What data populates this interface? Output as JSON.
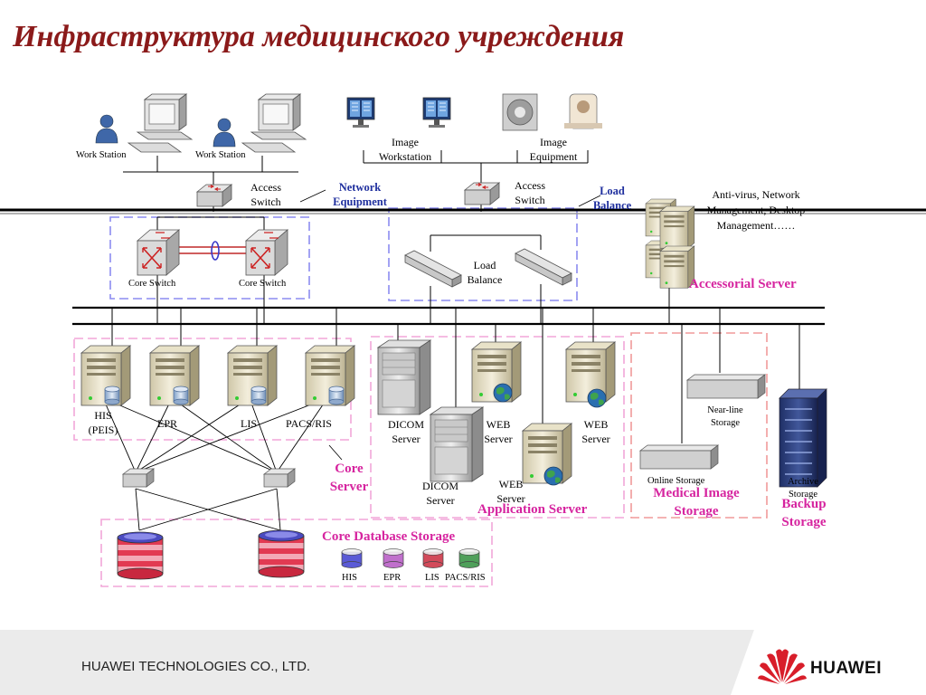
{
  "title": "Инфраструктура медицинского учреждения",
  "labels": {
    "work_station_1": "Work Station",
    "work_station_2": "Work Station",
    "image_workstation": "Image Workstation",
    "image_equipment": "Image Equipment",
    "access_switch_1": "Access Switch",
    "access_switch_2": "Access Switch",
    "network_equipment": "Network Equipment",
    "load_balance_tag": "Load Balance",
    "load_balance": "Load Balance",
    "core_switch_1": "Core Switch",
    "core_switch_2": "Core Switch",
    "accessorial_info": "Anti-virus, Network Management, Desktop Management……",
    "accessorial_server": "Accessorial Server",
    "his_peis": "HIS (PEIS)",
    "epr": "EPR",
    "lis": "LIS",
    "pacs_ris": "PACS/RIS",
    "core_server": "Core Server",
    "dicom_server_1": "DICOM Server",
    "dicom_server_2": "DICOM Server",
    "web_server_1": "WEB Server",
    "web_server_2": "WEB Server",
    "web_server_3": "WEB Server",
    "application_server": "Application Server",
    "near_line_storage": "Near-line Storage",
    "online_storage": "Online Storage",
    "medical_image_storage": "Medical Image Storage",
    "archive_storage": "Archive Storage",
    "backup_storage": "Backup Storage",
    "core_database_storage": "Core Database Storage",
    "db_his": "HIS",
    "db_epr": "EPR",
    "db_lis": "LIS",
    "db_pacs_ris": "PACS/RIS"
  },
  "footer": {
    "company": "HUAWEI TECHNOLOGIES CO., LTD.",
    "brand": "HUAWEI"
  },
  "colors": {
    "title": "#8b1a1a",
    "group_label_pink": "#d6249f",
    "callout_blue": "#1f2f9e",
    "dashed_blue_box": "#8c8cf0",
    "dashed_pink_box": "#f2a6d8",
    "dashed_red_box": "#f09a9a",
    "brand_red": "#d81e2a"
  },
  "icons": [
    "user-icon",
    "computer-icon",
    "monitor-icon",
    "ct-scanner-icon",
    "switch-icon",
    "router-icon",
    "load-balancer-icon",
    "server-icon",
    "globe-icon",
    "database-icon",
    "disk-array-icon",
    "rack-icon",
    "huawei-logo"
  ]
}
